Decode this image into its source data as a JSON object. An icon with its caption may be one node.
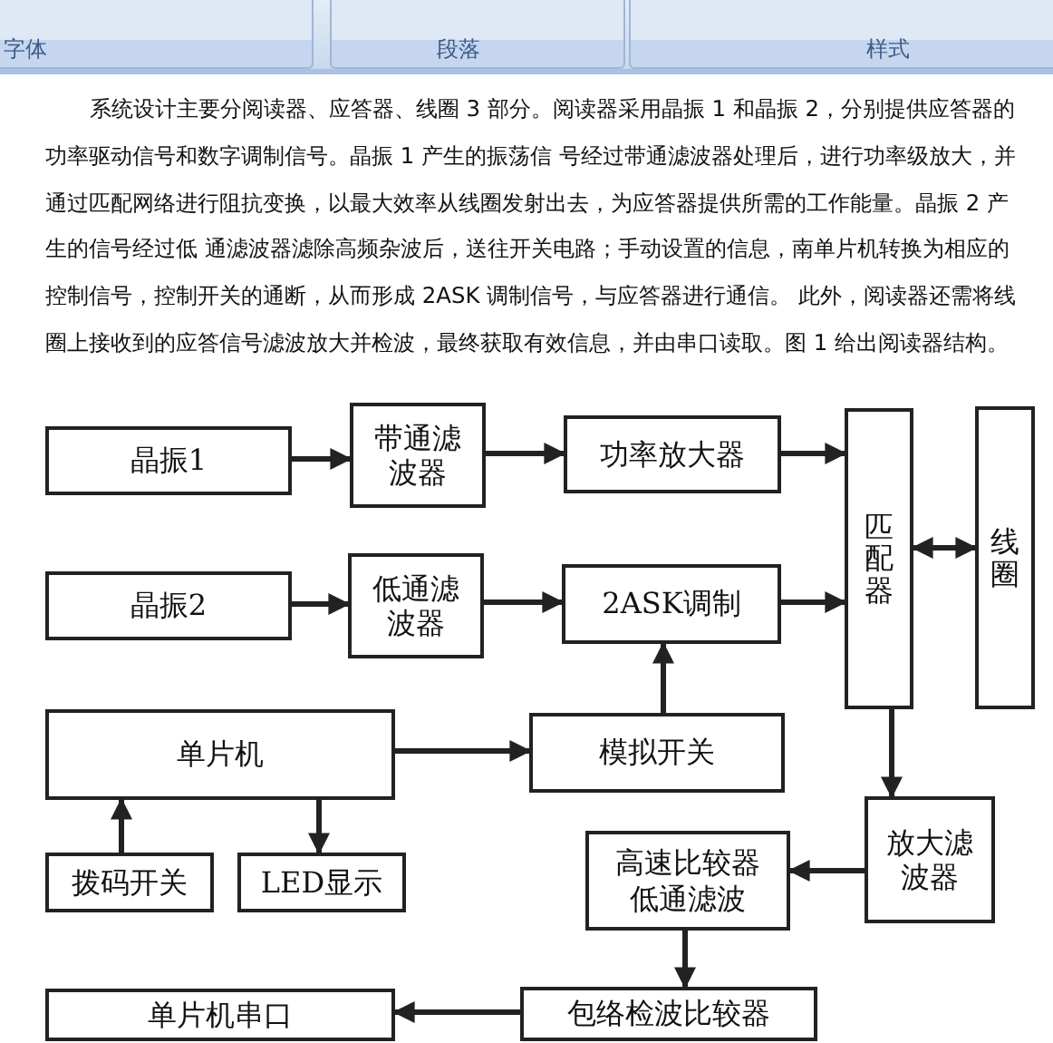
{
  "diagram": {
    "nodes": [
      {
        "text": [
          "晶振1"
        ]
      },
      {
        "text": [
          "带通滤波器"
        ]
      },
      {
        "text": [
          "功率放大器"
        ]
      },
      {
        "text": [
          "匹配器"
        ]
      },
      {
        "text": [
          "线圈"
        ]
      },
      {
        "text": [
          "晶振2"
        ]
      },
      {
        "text": [
          "低通滤波器"
        ]
      },
      {
        "text": [
          "2ASK调制"
        ]
      },
      {
        "text": [
          "单片机"
        ]
      },
      {
        "text": [
          "模拟开关"
        ]
      },
      {
        "text": [
          "拨码开关"
        ]
      },
      {
        "text": [
          "LED显示"
        ]
      },
      {
        "text": [
          "放大滤波器"
        ]
      },
      {
        "text": [
          "高速比较器低通滤波"
        ]
      },
      {
        "text": [
          "包络检波比较器"
        ]
      },
      {
        "text": [
          "单片机串口"
        ]
      }
    ],
    "edges": [
      {
        "from": 0,
        "to": 1,
        "arrow": "to"
      },
      {
        "from": 1,
        "to": 2,
        "arrow": "to"
      },
      {
        "from": 2,
        "to": 3,
        "arrow": "to"
      },
      {
        "from": 5,
        "to": 6,
        "arrow": "to"
      },
      {
        "from": 6,
        "to": 7,
        "arrow": "to"
      },
      {
        "from": 7,
        "to": 3,
        "arrow": "to"
      },
      {
        "from": 3,
        "to": 4,
        "arrow": "both"
      },
      {
        "from": 9,
        "to": 7,
        "arrow": "to"
      },
      {
        "from": 8,
        "to": 9,
        "arrow": "to"
      },
      {
        "from": 10,
        "to": 8,
        "arrow": "to"
      },
      {
        "from": 8,
        "to": 11,
        "arrow": "to"
      },
      {
        "from": 3,
        "to": 12,
        "arrow": "to"
      },
      {
        "from": 12,
        "to": 13,
        "arrow": "to"
      },
      {
        "from": 13,
        "to": 14,
        "arrow": "to"
      },
      {
        "from": 14,
        "to": 15,
        "arrow": "to"
      }
    ],
    "labels": [
      "字体",
      "段落",
      "样式",
      "系统设计主要分阅读器、应答器、线圈 3 部分。阅读器采用晶振 1 和晶振 2，分别提供应答器的功率驱动信号和数字调制信号。晶振 1 产生的振荡信 号经过带通滤波器处理后，进行功率级放大，并通过匹配网络进行阻抗变换，以最大效率从线圈发射出去，为应答器提供所需的工作能量。晶振 2 产生的信号经过低 通滤波器滤除高频杂波后，送往开关电路；手动设置的信息，南单片机转换为相应的控制信号，控制开关的通断，从而形成 2ASK 调制信号，与应答器进行通信。 此外，阅读器还需将线圈上接收到的应答信号滤波放大并检波，最终获取有效信息，并由串口读取。图 1 给出阅读器结构。"
    ]
  }
}
